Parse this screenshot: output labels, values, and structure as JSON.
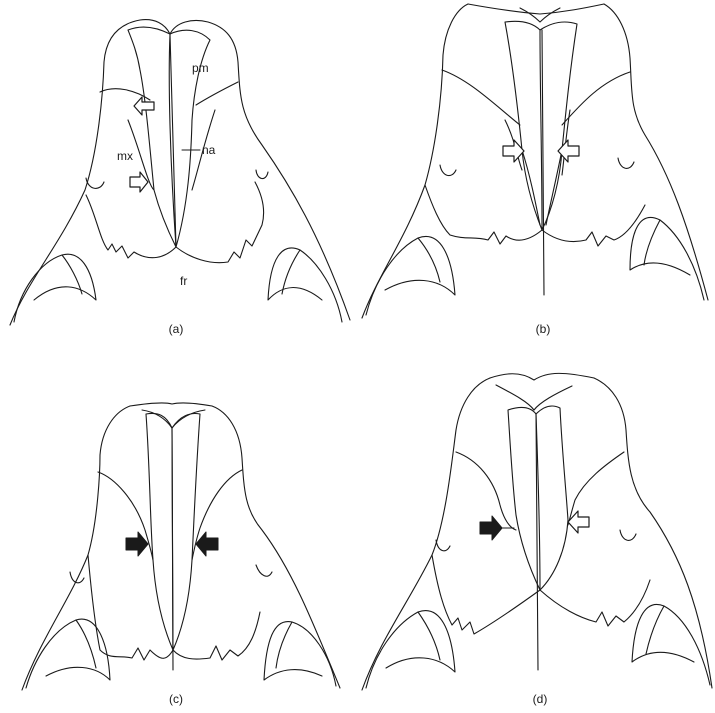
{
  "panels": [
    {
      "id": "a",
      "caption": "(a)",
      "labels": {
        "pm": "pm",
        "mx": "mx",
        "na": "na",
        "fr": "fr"
      }
    },
    {
      "id": "b",
      "caption": "(b)"
    },
    {
      "id": "c",
      "caption": "(c)"
    },
    {
      "id": "d",
      "caption": "(d)"
    }
  ],
  "colors": {
    "line": "#1a1a1a",
    "background": "#ffffff"
  },
  "icons": {
    "open_arrow": "open-arrow-icon",
    "solid_arrow": "solid-arrow-icon"
  }
}
